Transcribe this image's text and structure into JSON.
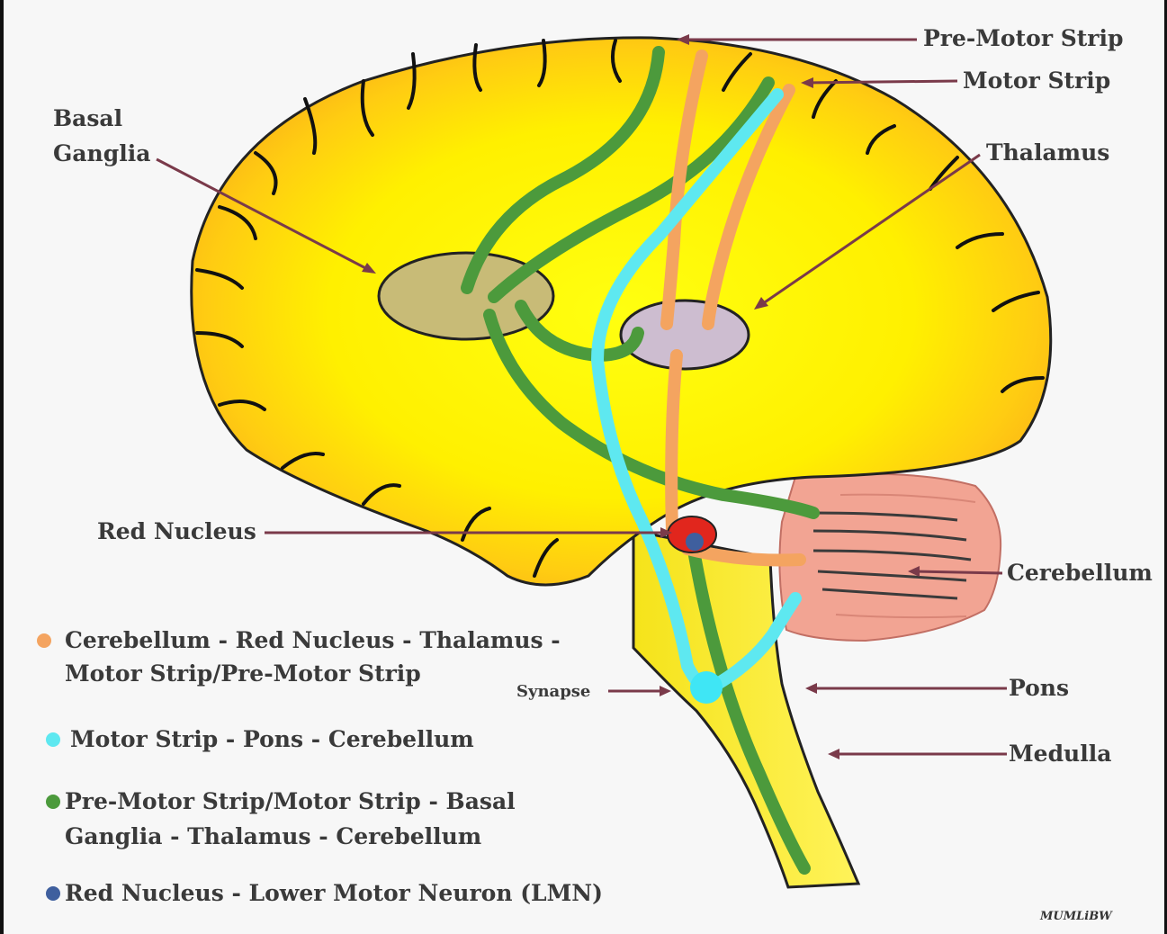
{
  "labels": {
    "pre_motor_strip": "Pre-Motor Strip",
    "motor_strip": "Motor Strip",
    "thalamus": "Thalamus",
    "basal_ganglia_1": "Basal",
    "basal_ganglia_2": "Ganglia",
    "red_nucleus": "Red Nucleus",
    "cerebellum": "Cerebellum",
    "synapse": "Synapse",
    "pons": "Pons",
    "medulla": "Medulla"
  },
  "legend": [
    {
      "color": "#f4a460",
      "lines": [
        "Cerebellum - Red Nucleus - Thalamus -",
        "Motor Strip/Pre-Motor Strip"
      ]
    },
    {
      "color": "#5ee8f0",
      "lines": [
        "Motor Strip - Pons - Cerebellum"
      ]
    },
    {
      "color": "#4c9a3c",
      "lines": [
        "Pre-Motor Strip/Motor Strip - Basal",
        "Ganglia - Thalamus - Cerebellum"
      ]
    },
    {
      "color": "#3f5f9e",
      "lines": [
        "Red Nucleus - Lower Motor Neuron (LMN)"
      ]
    }
  ],
  "signature": "MUMLiBW",
  "colors": {
    "cortex": "#f7a81b",
    "inner": "#fff200",
    "cerebellum": "#f1a293",
    "pathway_orange": "#f4a460",
    "pathway_cyan": "#5ee8f0",
    "pathway_green": "#4c9a3c",
    "pathway_blue": "#3f5f9e",
    "pointer": "#7a3a4a"
  }
}
